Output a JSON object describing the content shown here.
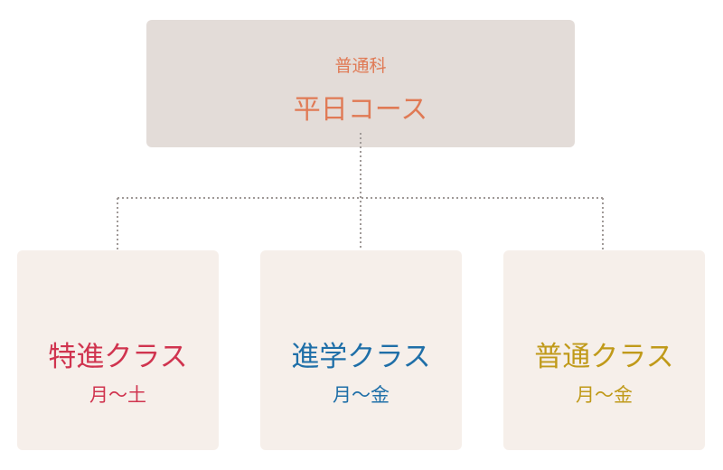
{
  "root": {
    "department": "普通科",
    "course": "平日コース",
    "color": "#e07a55"
  },
  "classes": [
    {
      "name": "特進クラス",
      "days": "月～土",
      "color": "#d0344f"
    },
    {
      "name": "進学クラス",
      "days": "月～金",
      "color": "#1f6fa8"
    },
    {
      "name": "普通クラス",
      "days": "月～金",
      "color": "#c09a1a"
    }
  ]
}
